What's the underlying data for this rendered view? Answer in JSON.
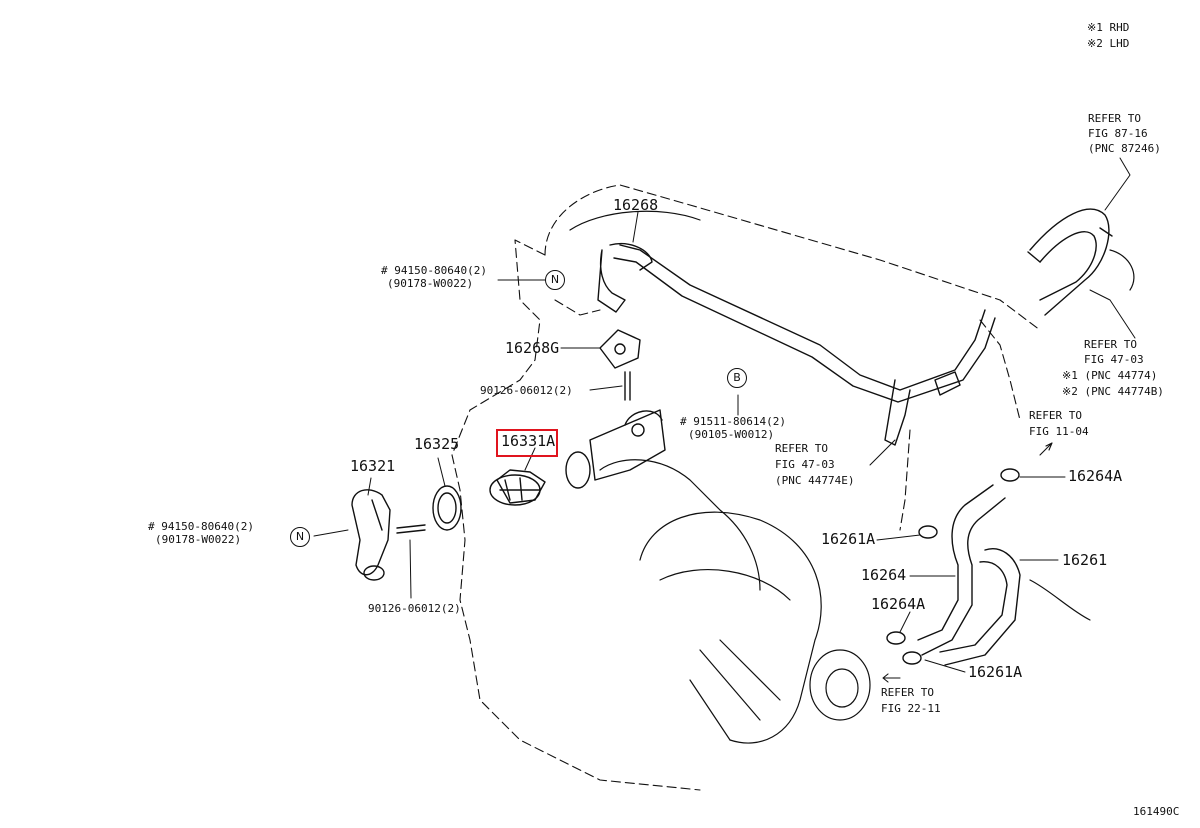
{
  "legend": {
    "rhd": "※1 RHD",
    "lhd": "※2 LHD"
  },
  "refs": {
    "fig87": [
      "REFER TO",
      "FIG 87-16",
      "(PNC 87246)"
    ],
    "fig47_right": [
      "REFER TO",
      "FIG 47-03",
      "※1 (PNC 44774)",
      "※2 (PNC 44774B)"
    ],
    "fig11": [
      "REFER TO",
      "FIG 11-04"
    ],
    "fig47_mid": [
      "REFER TO",
      "FIG 47-03",
      "(PNC 44774E)"
    ],
    "fig22": [
      "REFER TO",
      "FIG 22-11"
    ]
  },
  "parts": {
    "p16268": "16268",
    "p16268G": "16268G",
    "p16325": "16325",
    "p16321": "16321",
    "p16331A": "16331A",
    "p16264A_top": "16264A",
    "p16261A_mid": "16261A",
    "p16264": "16264",
    "p16261": "16261",
    "p16264A_bot": "16264A",
    "p16261A_bot": "16261A",
    "bolt_top": [
      "# 94150-80640(2)",
      "(90178-W0022)"
    ],
    "bolt_left": [
      "# 94150-80640(2)",
      "(90178-W0022)"
    ],
    "stud_top": "90126-06012(2)",
    "stud_left": "90126-06012(2)",
    "bolt_b": [
      "# 91511-80614(2)",
      "(90105-W0012)"
    ]
  },
  "markers": {
    "n": "N",
    "b": "B"
  },
  "figure_id": "161490C",
  "colors": {
    "highlight": "#e0141e",
    "ink": "#111111"
  }
}
